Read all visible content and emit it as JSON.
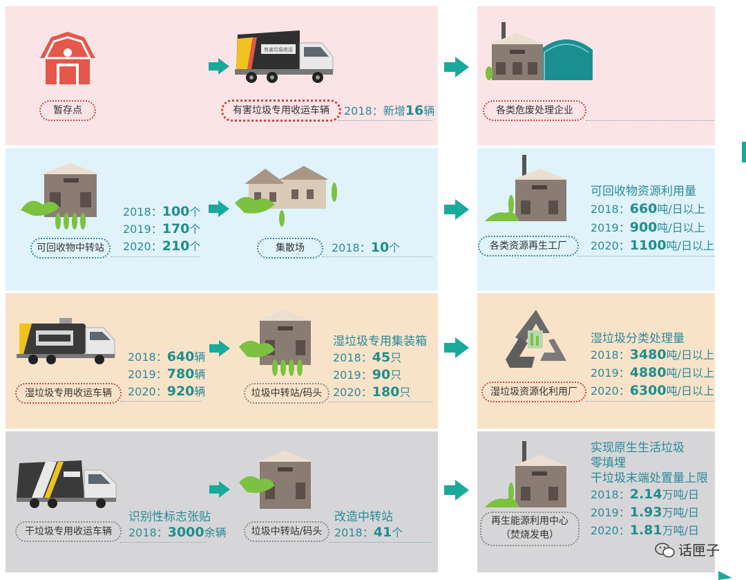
{
  "row1": {
    "storage_label": "暂存点",
    "vehicle_label": "有害垃圾专用收运车辆",
    "vehicle_stat_year": "2018：",
    "vehicle_stat_prefix": "新增",
    "vehicle_stat_value": "16",
    "vehicle_stat_unit": "辆",
    "truck_sign": "有害垃圾收运",
    "dest_label": "各类危废处理企业"
  },
  "row2": {
    "station_label": "可回收物中转站",
    "station_stats": [
      {
        "year": "2018：",
        "value": "100",
        "unit": "个"
      },
      {
        "year": "2019：",
        "value": "170",
        "unit": "个"
      },
      {
        "year": "2020：",
        "value": "210",
        "unit": "个"
      }
    ],
    "hub_label": "集散场",
    "hub_stat": {
      "year": "2018：",
      "value": "10",
      "unit": "个"
    },
    "dest_label": "各类资源再生工厂",
    "dest_title": "可回收物资源利用量",
    "dest_stats": [
      {
        "year": "2018：",
        "value": "660",
        "unit": "吨/日以上"
      },
      {
        "year": "2019：",
        "value": "900",
        "unit": "吨/日以上"
      },
      {
        "year": "2020：",
        "value": "1100",
        "unit": "吨/日以上"
      }
    ]
  },
  "row3": {
    "vehicle_label": "湿垃圾专用收运车辆",
    "vehicle_stats": [
      {
        "year": "2018：",
        "value": "640",
        "unit": "辆"
      },
      {
        "year": "2019：",
        "value": "780",
        "unit": "辆"
      },
      {
        "year": "2020：",
        "value": "920",
        "unit": "辆"
      }
    ],
    "station_label": "垃圾中转站/码头",
    "container_title": "湿垃圾专用集装箱",
    "container_stats": [
      {
        "year": "2018：",
        "value": "45",
        "unit": "只"
      },
      {
        "year": "2019：",
        "value": "90",
        "unit": "只"
      },
      {
        "year": "2020：",
        "value": "180",
        "unit": "只"
      }
    ],
    "dest_label": "湿垃圾资源化利用厂",
    "dest_title": "湿垃圾分类处理量",
    "dest_stats": [
      {
        "year": "2018：",
        "value": "3480",
        "unit": "吨/日以上"
      },
      {
        "year": "2019：",
        "value": "4880",
        "unit": "吨/日以上"
      },
      {
        "year": "2020：",
        "value": "6300",
        "unit": "吨/日以上"
      }
    ]
  },
  "row4": {
    "vehicle_label": "干垃圾专用收运车辆",
    "vehicle_title": "识别性标志张贴",
    "vehicle_stat": {
      "year": "2018：",
      "value": "3000",
      "unit": "余辆"
    },
    "station_label": "垃圾中转站/码头",
    "station_title": "改造中转站",
    "station_stat": {
      "year": "2018：",
      "value": "41",
      "unit": "个"
    },
    "dest_label_line1": "再生能源利用中心",
    "dest_label_line2": "（焚烧发电）",
    "dest_title_lines": [
      "实现原生生活垃圾",
      "零填埋",
      "干垃圾末端处置量上限"
    ],
    "dest_stats": [
      {
        "year": "2018：",
        "value": "2.14",
        "unit": "万吨/日"
      },
      {
        "year": "2019：",
        "value": "1.93",
        "unit": "万吨/日"
      },
      {
        "year": "2020：",
        "value": "1.81",
        "unit": "万吨/日"
      }
    ]
  },
  "watermark": "话匣子",
  "colors": {
    "teal": "#1aa99a",
    "red": "#e4574a",
    "pink": "#fbe4e6",
    "blue": "#e0f3fa",
    "peach": "#f8e3c9",
    "grey": "#d6d6d8"
  }
}
